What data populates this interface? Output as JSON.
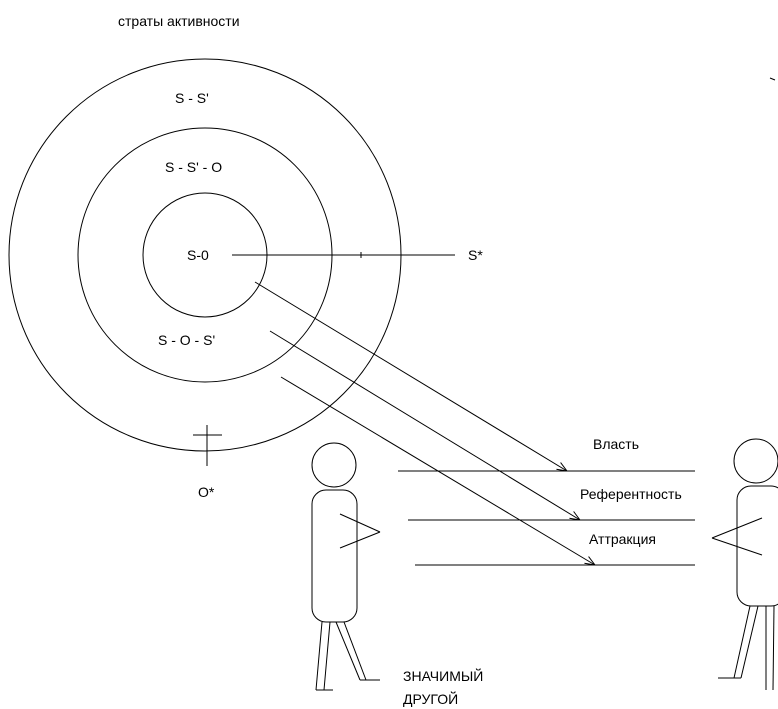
{
  "title": "страты активности",
  "strata": {
    "outer": "S - S'",
    "middle": "S - S' - O",
    "inner": "S-0",
    "lower": "S - O - S'"
  },
  "axes": {
    "s_star": "S*",
    "o_star": "O*"
  },
  "relations": {
    "power": "Власть",
    "reference": "Референтность",
    "attraction": "Аттракция"
  },
  "caption": {
    "line1": "ЗНАЧИМЫЙ",
    "line2": "ДРУГОЙ"
  }
}
